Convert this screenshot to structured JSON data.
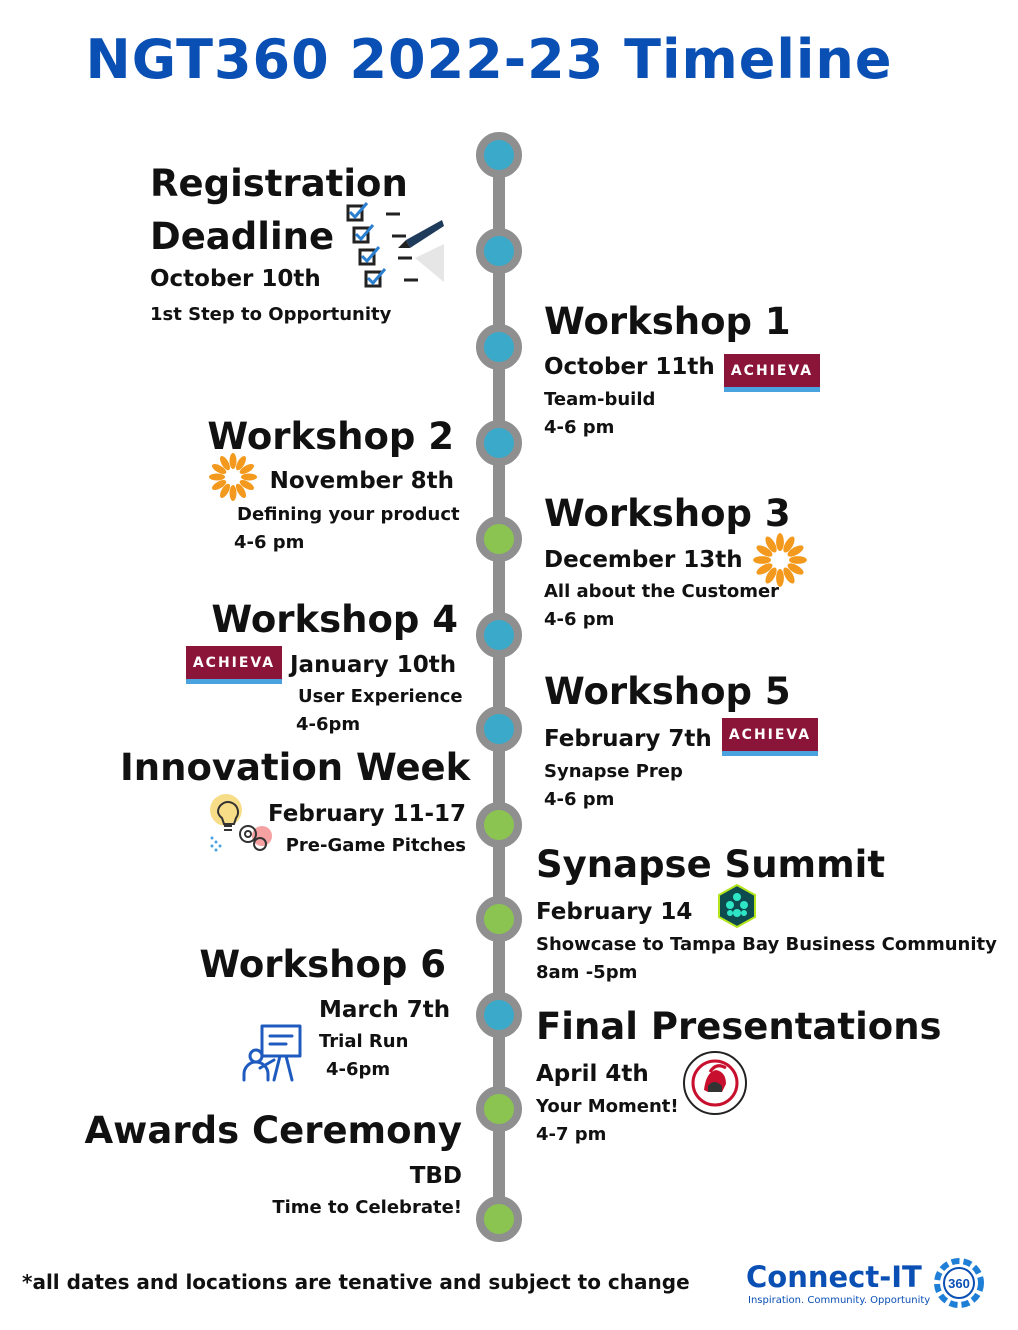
{
  "title": "NGT360 2022-23 Timeline",
  "colors": {
    "title": "#0a4fb4",
    "node_blue": "#3ba9c9",
    "node_green": "#8cc452",
    "spine": "#8f8f8f",
    "achieva": "#8b1538"
  },
  "timeline_nodes": [
    "blue",
    "blue",
    "blue",
    "blue",
    "green",
    "blue",
    "blue",
    "green",
    "green",
    "blue",
    "green",
    "green"
  ],
  "events": {
    "registration": {
      "title_line1": "Registration",
      "title_line2": "Deadline",
      "date": "October 10th",
      "desc": "1st Step to Opportunity",
      "icon": "checklist-icon"
    },
    "workshop1": {
      "title": "Workshop 1",
      "date": "October 11th",
      "desc": "Team-build",
      "time": "4-6 pm",
      "logo": "ACHIEVA"
    },
    "workshop2": {
      "title": "Workshop 2",
      "date": "November 8th",
      "desc": "Defining your product",
      "time": "4-6 pm",
      "icon": "sunburst-icon"
    },
    "workshop3": {
      "title": "Workshop 3",
      "date": "December 13th",
      "desc": "All about the Customer",
      "time": "4-6 pm",
      "icon": "sunburst-icon"
    },
    "workshop4": {
      "title": "Workshop 4",
      "date": "January 10th",
      "desc": "User Experience",
      "time": "4-6pm",
      "logo": "ACHIEVA"
    },
    "workshop5": {
      "title": "Workshop 5",
      "date": "February 7th",
      "desc": "Synapse Prep",
      "time": "4-6 pm",
      "logo": "ACHIEVA"
    },
    "innovation": {
      "title": "Innovation Week",
      "date": "February 11-17",
      "desc": "Pre-Game Pitches",
      "icon": "lightbulb-gears-icon"
    },
    "synapse": {
      "title": "Synapse Summit",
      "date": "February 14",
      "desc": "Showcase to Tampa Bay Business Community",
      "time": "8am -5pm",
      "icon": "hexagon-logo-icon"
    },
    "workshop6": {
      "title": "Workshop 6",
      "date": "March 7th",
      "desc": "Trial Run",
      "time": "4-6pm",
      "icon": "presenter-icon"
    },
    "final": {
      "title": "Final Presentations",
      "date": "April 4th",
      "desc": "Your Moment!",
      "time": "4-7 pm",
      "icon": "spartans-seal-icon"
    },
    "awards": {
      "title": "Awards Ceremony",
      "date": "TBD",
      "desc": "Time to Celebrate!"
    }
  },
  "footnote": "*all dates and locations are tenative and subject to change",
  "brand": {
    "name": "Connect-IT",
    "badge": "360",
    "tagline": "Inspiration. Community. Opportunity"
  }
}
